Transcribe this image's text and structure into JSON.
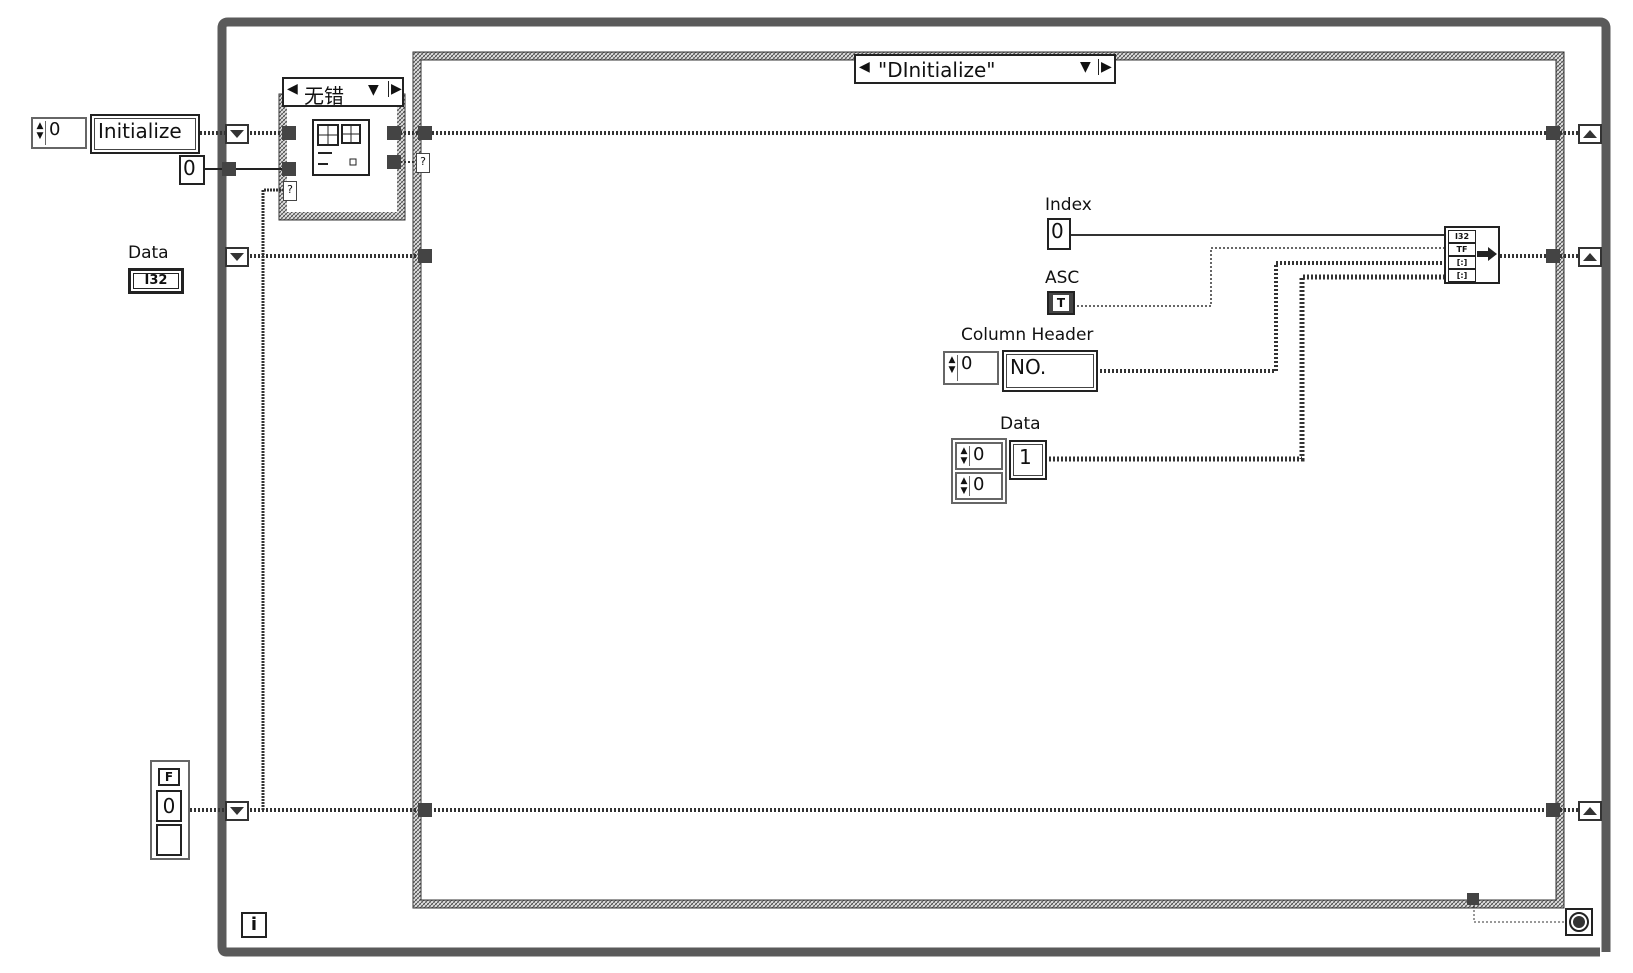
{
  "loop": {
    "iteration_terminal": "i"
  },
  "shift_register": {
    "state_index": "0",
    "state_value": "Initialize",
    "error_const": "0",
    "data_label": "Data",
    "data_type": "I32",
    "bool_array_index": "0",
    "bool_type": "F"
  },
  "error_case": {
    "selector": "无错"
  },
  "case_structure": {
    "selector": "\"DInitialize\""
  },
  "cluster_inputs": {
    "index_label": "Index",
    "index_value": "0",
    "asc_label": "ASC",
    "asc_value": "T",
    "column_header_label": "Column Header",
    "column_header_index": "0",
    "column_header_value": "NO.",
    "data_label": "Data",
    "data_index_row": "0",
    "data_index_col": "0",
    "data_value": "1"
  },
  "bundle": {
    "type_rows": [
      "I32",
      "TF",
      "[:]",
      "[:]"
    ]
  },
  "colors": {
    "structure_border": "#5a5a5a",
    "wire": "#333333",
    "background": "#ffffff"
  }
}
